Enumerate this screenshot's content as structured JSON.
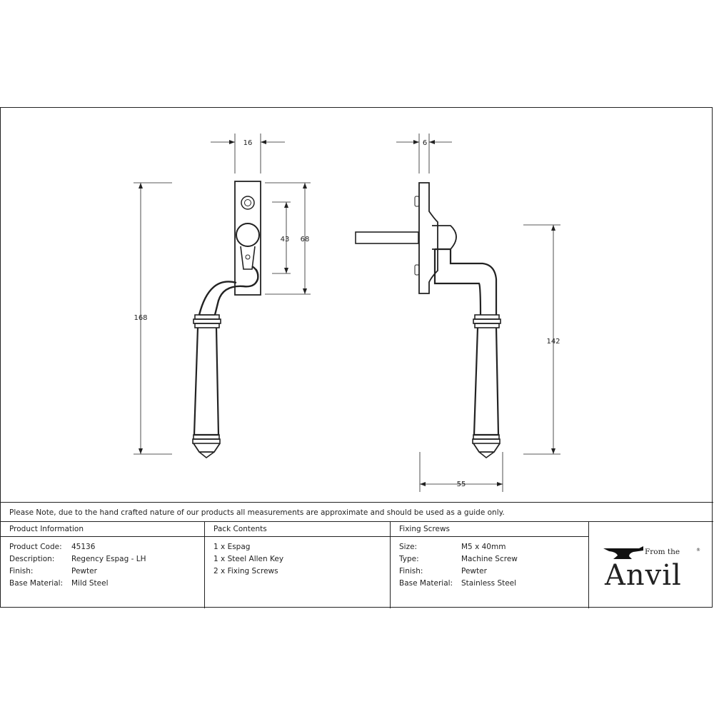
{
  "dimensions": {
    "front_width": "16",
    "side_depth": "6",
    "front_height": "168",
    "plate_height": "68",
    "hole_spacing": "43",
    "side_height": "142",
    "projection": "55"
  },
  "note": "Please Note, due to the hand crafted nature of our products all measurements are approximate and should be used as a guide only.",
  "product_information": {
    "heading": "Product Information",
    "rows": [
      {
        "label": "Product Code:",
        "value": "45136"
      },
      {
        "label": "Description:",
        "value": "Regency Espag - LH"
      },
      {
        "label": "Finish:",
        "value": "Pewter"
      },
      {
        "label": "Base Material:",
        "value": "Mild Steel"
      }
    ]
  },
  "pack_contents": {
    "heading": "Pack Contents",
    "items": [
      "1 x Espag",
      "1 x Steel Allen Key",
      "2 x Fixing Screws"
    ]
  },
  "fixing_screws": {
    "heading": "Fixing Screws",
    "rows": [
      {
        "label": "Size:",
        "value": "M5 x 40mm"
      },
      {
        "label": "Type:",
        "value": "Machine Screw"
      },
      {
        "label": "Finish:",
        "value": "Pewter"
      },
      {
        "label": "Base Material:",
        "value": "Stainless Steel"
      }
    ]
  },
  "logo": {
    "small_text": "From the",
    "brand": "Anvil",
    "registered": "®"
  }
}
